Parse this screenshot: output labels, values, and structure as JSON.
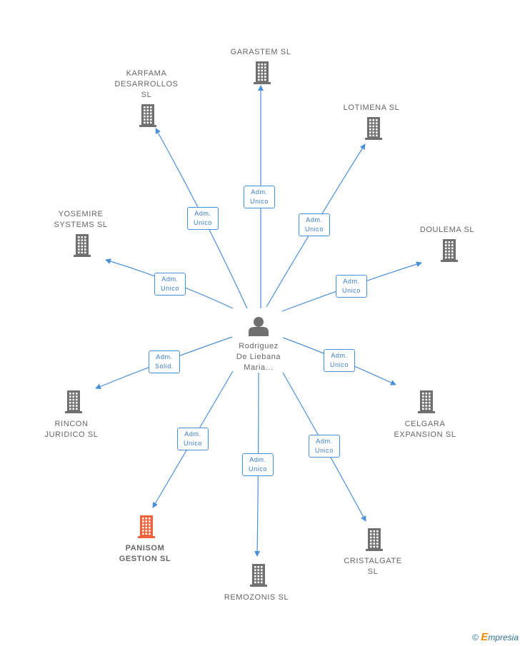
{
  "person": {
    "name": "Rodriguez\nDe Liebana\nMaria..."
  },
  "companies": [
    {
      "id": "garastem",
      "name": "GARASTEM  SL",
      "relation": "Adm.\nUnico",
      "highlight": false
    },
    {
      "id": "karfama",
      "name": "KARFAMA\nDESARROLLOS\nSL",
      "relation": "Adm.\nUnico",
      "highlight": false
    },
    {
      "id": "lotimena",
      "name": "LOTIMENA  SL",
      "relation": "Adm.\nUnico",
      "highlight": false
    },
    {
      "id": "yosemire",
      "name": "YOSEMIRE\nSYSTEMS  SL",
      "relation": "Adm.\nUnico",
      "highlight": false
    },
    {
      "id": "doulema",
      "name": "DOULEMA  SL",
      "relation": "Adm.\nUnico",
      "highlight": false
    },
    {
      "id": "rincon",
      "name": "RINCON\nJURIDICO SL",
      "relation": "Adm.\nSolid.",
      "highlight": false
    },
    {
      "id": "celgara",
      "name": "CELGARA\nEXPANSION  SL",
      "relation": "Adm.\nUnico",
      "highlight": false
    },
    {
      "id": "panisom",
      "name": "PANISOM\nGESTION  SL",
      "relation": "Adm.\nUnico",
      "highlight": true
    },
    {
      "id": "remozonis",
      "name": "REMOZONIS  SL",
      "relation": "Adm.\nUnico",
      "highlight": false
    },
    {
      "id": "cristalgate",
      "name": "CRISTALGATE\nSL",
      "relation": "Adm.\nUnico",
      "highlight": false
    }
  ],
  "colors": {
    "edge": "#4a90d9",
    "building": "#707070",
    "building_highlight": "#f0623a",
    "person": "#707070"
  },
  "footer": {
    "copyright": "©",
    "brand_e": "E",
    "brand_rest": "mpresia"
  }
}
